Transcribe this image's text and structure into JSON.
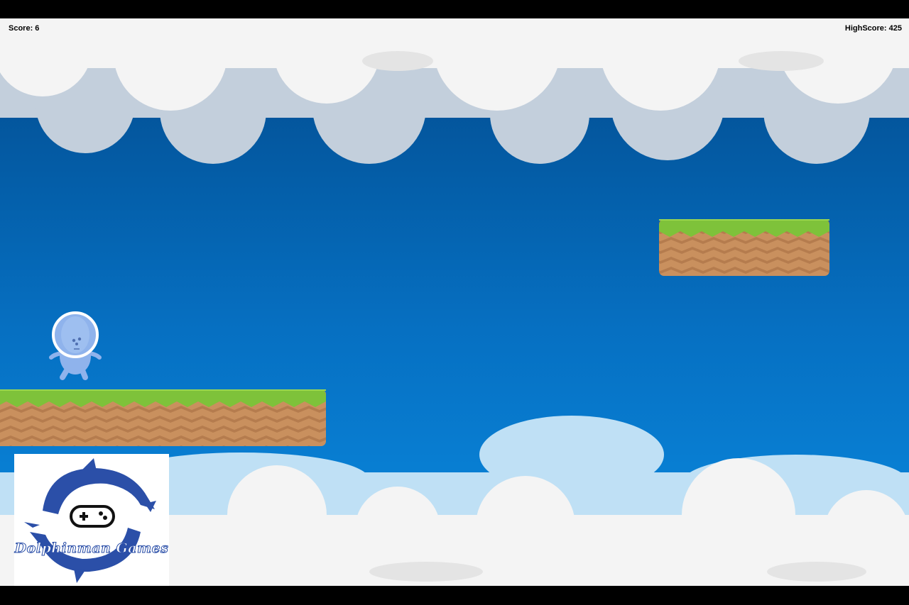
{
  "hud": {
    "score_label": "Score: 6",
    "highscore_label": "HighScore: 425"
  },
  "logo": {
    "text": "Dolphinman Games"
  },
  "colors": {
    "sky_top": "#024a8c",
    "sky_bottom": "#0a8ae0",
    "grass": "#7ec23a",
    "dirt": "#c9905e",
    "cloud_white": "#f4f4f4",
    "cloud_shadow": "#c3cfdc",
    "player": "#8fb3ec",
    "logo_blue": "#2b4fa8"
  },
  "icons": {
    "player": "astronaut-alien",
    "logo": "dolphin-gamepad-logo"
  }
}
